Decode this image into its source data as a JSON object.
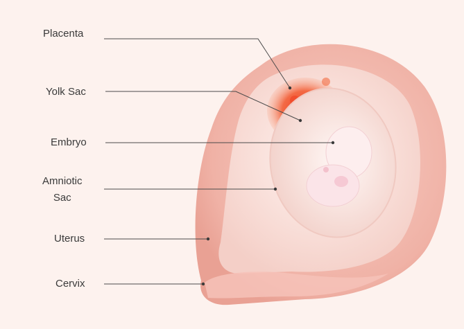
{
  "figure": {
    "labels": {
      "placenta": "Placenta",
      "yolk_sac": "Yolk Sac",
      "embryo": "Embryo",
      "amniotic_line1": "Amniotic",
      "amniotic_line2": "Sac",
      "uterus": "Uterus",
      "cervix": "Cervix"
    },
    "colors": {
      "background": "#fdf2ee",
      "uterus_wall": "#f2b7ad",
      "uterine_cavity": "#f8ddd7",
      "amniotic_sac": "#fbe9e5",
      "placenta": "#e8452c",
      "embryo": "#fbe7ea",
      "leader_line": "#4a4a4a"
    }
  }
}
